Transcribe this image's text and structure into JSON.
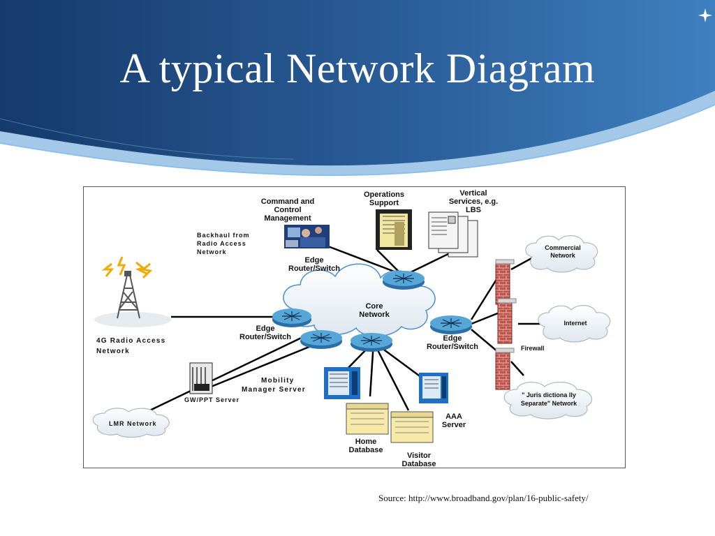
{
  "slide": {
    "title": "A typical Network Diagram",
    "source": "Source: http://www.broadband.gov/plan/16-public-safety/"
  },
  "colors": {
    "header_dark": "#153a6b",
    "header_light": "#3f7fc0",
    "cloud_fill": "#eaf2fb",
    "cloud_stroke": "#6aa0d8",
    "router": "#4fa0d4",
    "firewall": "#c0524a",
    "server_yellow": "#f6e6a0",
    "server_blue": "#2a78c8"
  },
  "diagram": {
    "labels": {
      "command_control": [
        "Command and",
        "Control",
        "Management"
      ],
      "operations_support": [
        "Operations",
        "Support"
      ],
      "vertical_services": [
        "Vertical",
        "Services, e.g.",
        "LBS"
      ],
      "backhaul": [
        "Backhaul from",
        "Radio Access",
        "Network"
      ],
      "edge_router_top": [
        "Edge",
        "Router/Switch"
      ],
      "edge_router_left": [
        "Edge",
        "Router/Switch"
      ],
      "edge_router_right": [
        "Edge",
        "Router/Switch"
      ],
      "core_network": [
        "Core",
        "Network"
      ],
      "commercial_network": [
        "Commercial",
        "Network"
      ],
      "internet": "Internet",
      "firewall": "Firewall",
      "jurisdictionally_separate": [
        "\" Juris dictiona lly",
        "Separate\" Network"
      ],
      "radio_access": [
        "4G Radio Access",
        "Network"
      ],
      "mobility_manager": [
        "Mobility",
        "Manager Server"
      ],
      "gw_ppt": "GW/PPT Server",
      "lmr_network": "LMR Network",
      "aaa_server": [
        "AAA",
        "Server"
      ],
      "home_database": [
        "Home",
        "Database"
      ],
      "visitor_database": [
        "Visitor",
        "Database"
      ]
    },
    "icons": [
      "radio-tower-icon",
      "router-icon",
      "firewall-icon",
      "server-icon",
      "database-icon",
      "cloud-icon",
      "photo-icon"
    ]
  }
}
